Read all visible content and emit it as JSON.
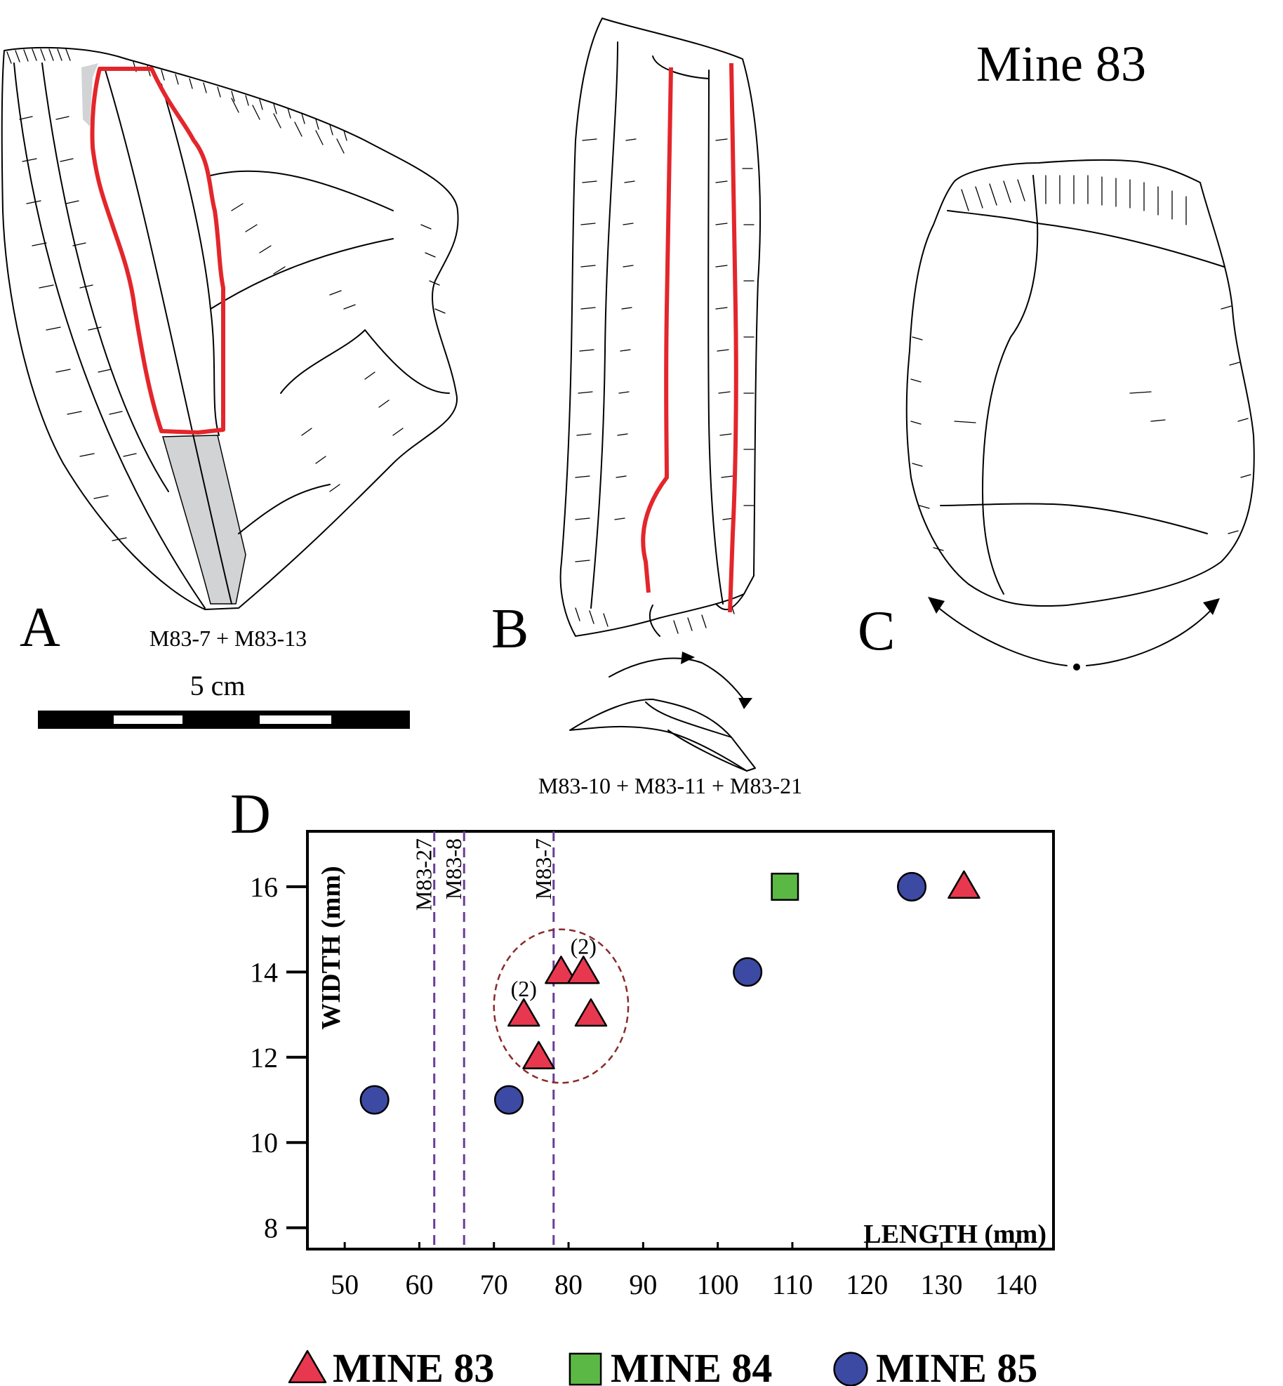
{
  "figure": {
    "site_title": "Mine 83",
    "panels": {
      "a": {
        "letter": "A",
        "caption": "M83-7 + M83-13"
      },
      "b": {
        "letter": "B",
        "caption": "M83-10 + M83-11 + M83-21"
      },
      "c": {
        "letter": "C"
      },
      "d": {
        "letter": "D"
      }
    },
    "scale_bar": {
      "label": "5 cm"
    }
  },
  "chart_data": {
    "type": "scatter",
    "xlabel": "LENGTH (mm)",
    "ylabel": "WIDTH (mm)",
    "xlim": [
      45,
      145
    ],
    "ylim": [
      7.5,
      17.3
    ],
    "xticks": [
      50,
      60,
      70,
      80,
      90,
      100,
      110,
      120,
      130,
      140
    ],
    "yticks": [
      8,
      10,
      12,
      14,
      16
    ],
    "series": [
      {
        "name": "MINE 83",
        "marker": "triangle",
        "color": "#e8384f",
        "points": [
          {
            "x": 74,
            "y": 13,
            "label": "(2)"
          },
          {
            "x": 76,
            "y": 12,
            "label": ""
          },
          {
            "x": 79,
            "y": 14,
            "label": ""
          },
          {
            "x": 82,
            "y": 14,
            "label": "(2)"
          },
          {
            "x": 83,
            "y": 13,
            "label": ""
          },
          {
            "x": 133,
            "y": 16,
            "label": ""
          }
        ]
      },
      {
        "name": "MINE 84",
        "marker": "square",
        "color": "#5cb845",
        "points": [
          {
            "x": 109,
            "y": 16,
            "label": ""
          }
        ]
      },
      {
        "name": "MINE 85",
        "marker": "circle",
        "color": "#3d4aa3",
        "points": [
          {
            "x": 54,
            "y": 11,
            "label": ""
          },
          {
            "x": 72,
            "y": 11,
            "label": ""
          },
          {
            "x": 104,
            "y": 14,
            "label": ""
          },
          {
            "x": 126,
            "y": 16,
            "label": ""
          }
        ]
      }
    ],
    "reference_lines": [
      {
        "x": 62,
        "label": "M83-27"
      },
      {
        "x": 66,
        "label": "M83-8"
      },
      {
        "x": 78,
        "label": "M83-7"
      }
    ],
    "cluster": {
      "cx": 79,
      "cy": 13.2,
      "rx": 9,
      "ry": 1.8
    },
    "colors": {
      "reference_line": "#6a3d9a",
      "cluster_outline": "#8b2a2a"
    }
  }
}
